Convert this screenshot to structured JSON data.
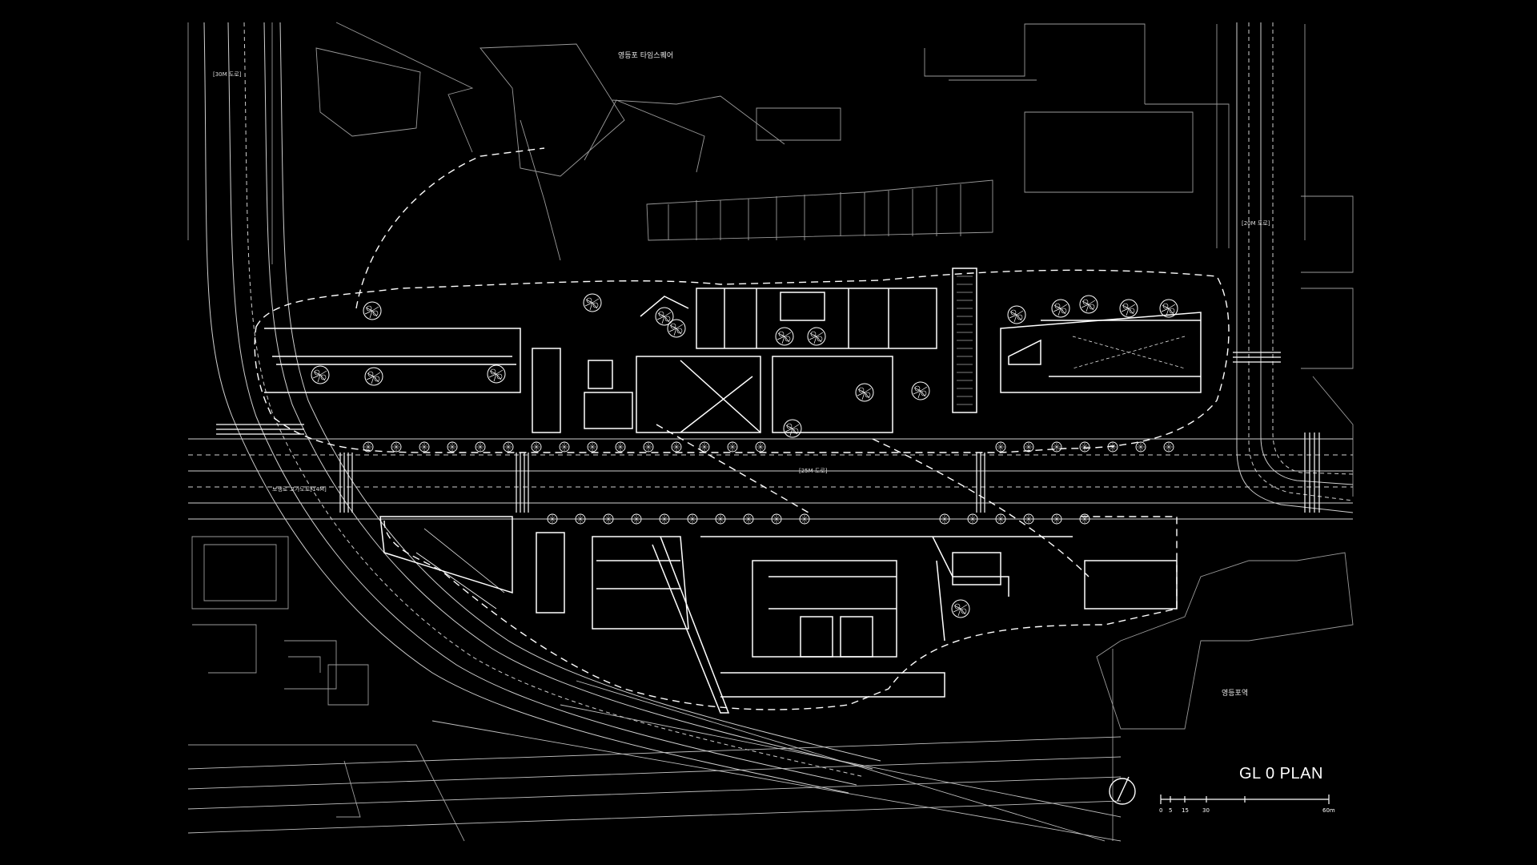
{
  "plan": {
    "title": "GL 0 PLAN",
    "labels": {
      "yeongdeungpo_times_square": "영등포 타임스퀘어",
      "road_30m": "[30M 도로]",
      "road_20m": "[20M 도로]",
      "road_25m": "[25M 도로]",
      "overpass": "보행로 고가도로[14M]",
      "yeongdeungpo_station": "영등포역"
    },
    "scale_bar": [
      "0",
      "5",
      "15",
      "30",
      "60m"
    ],
    "colors": {
      "background": "#000000",
      "linework": "#ffffff"
    }
  }
}
